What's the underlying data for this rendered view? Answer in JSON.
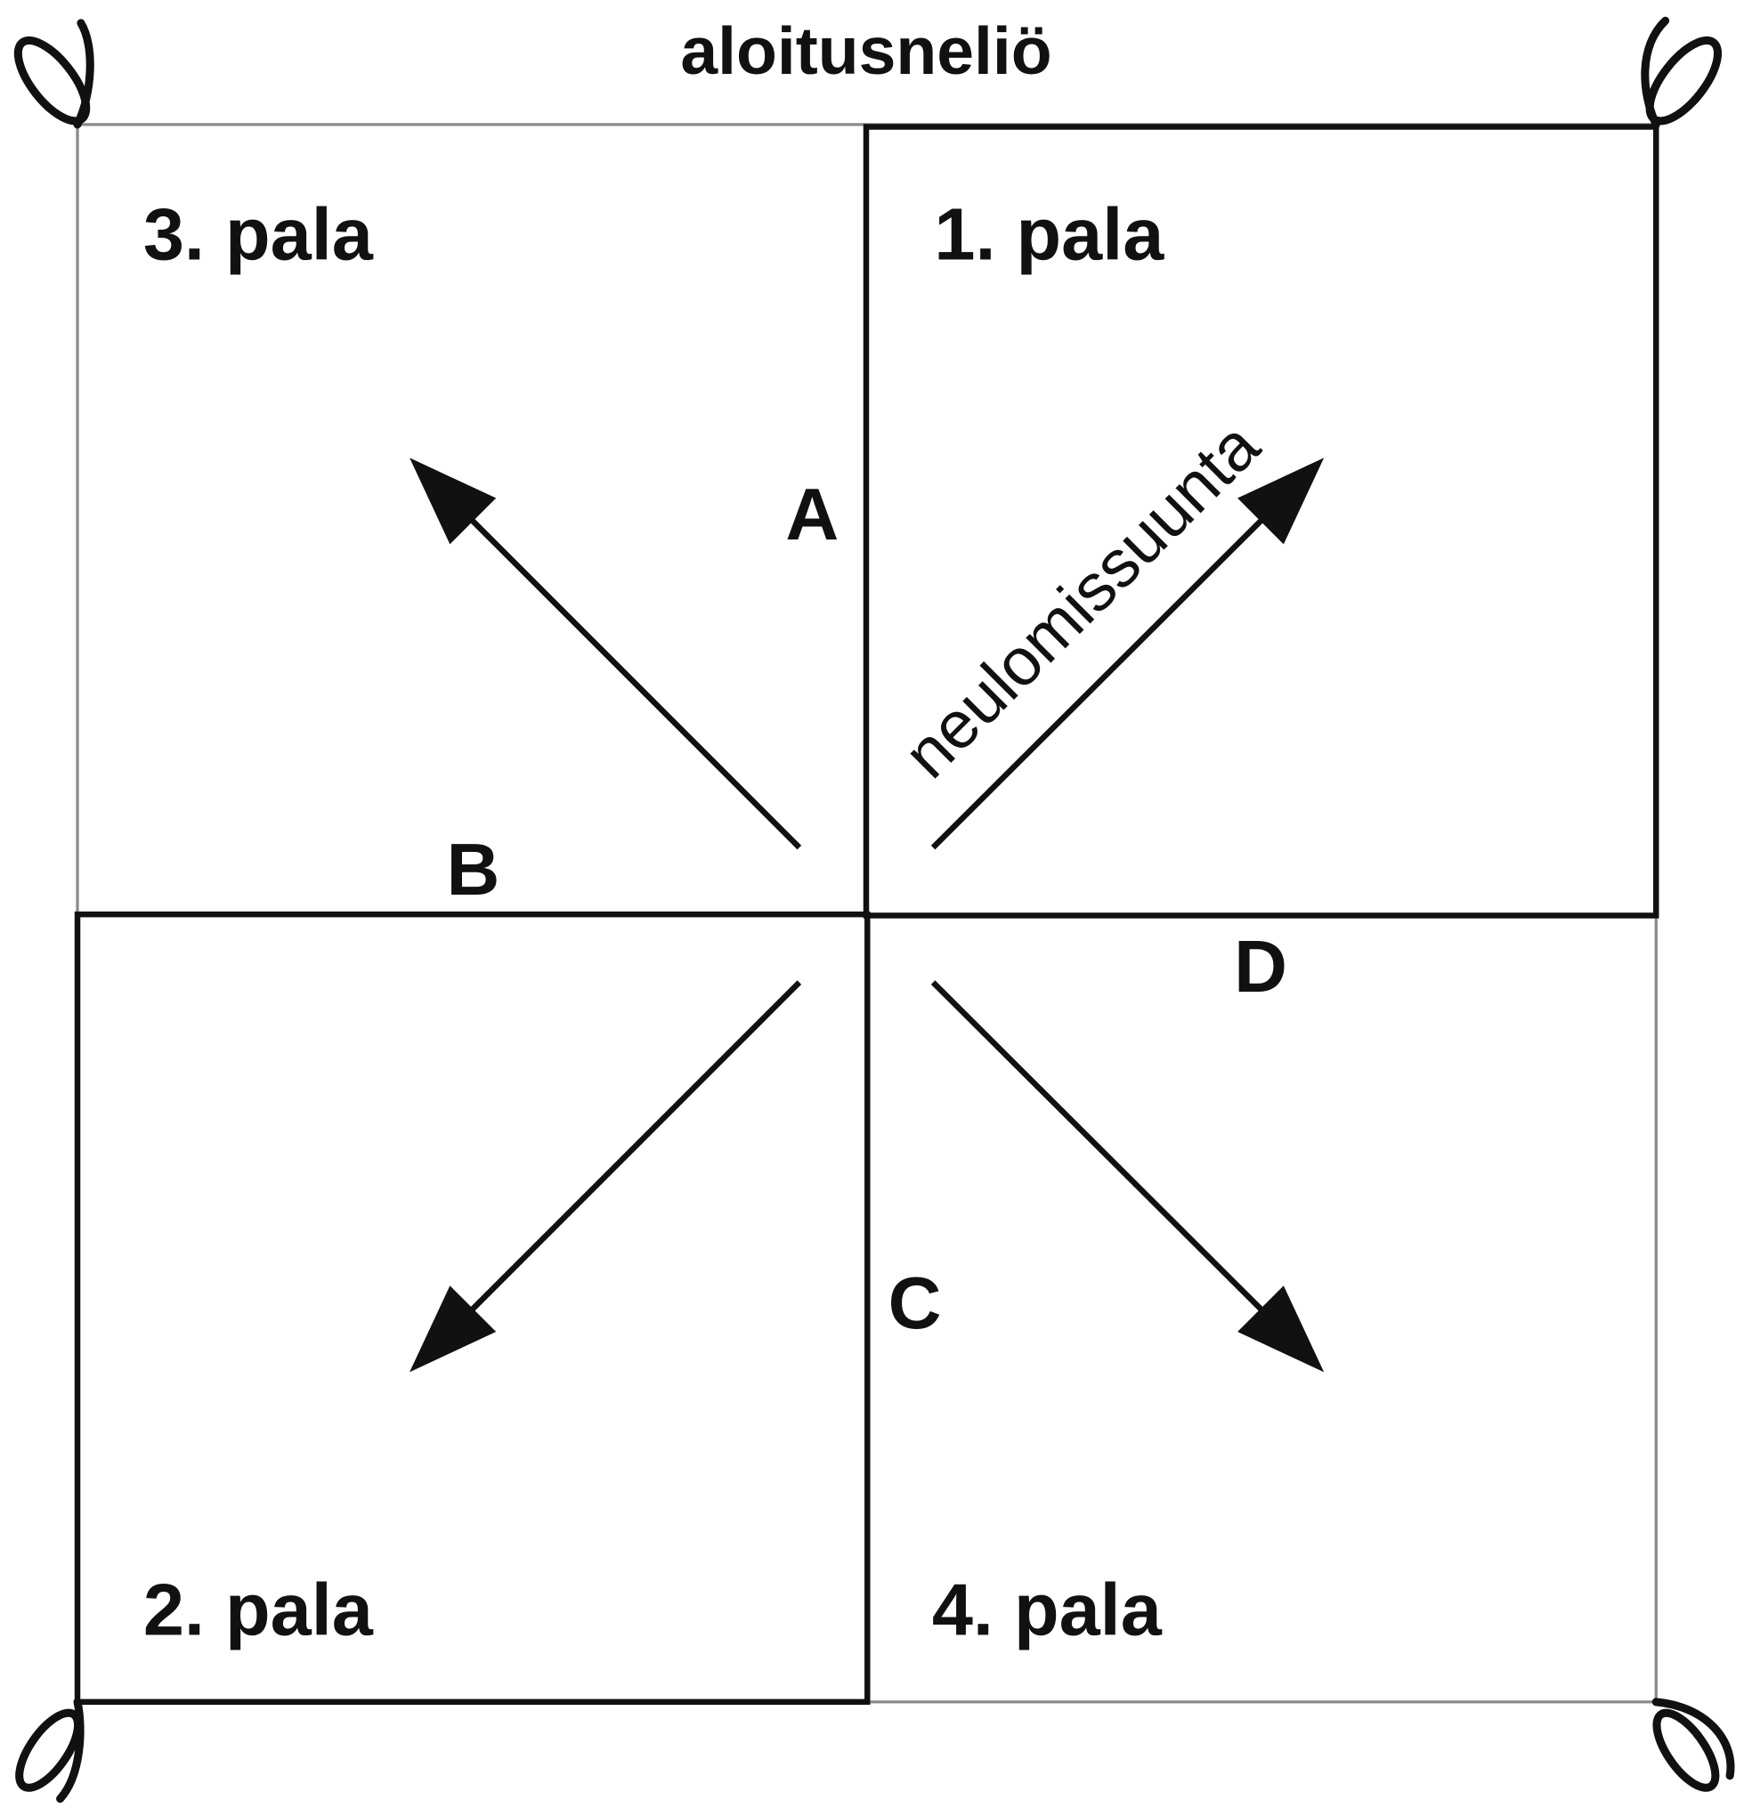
{
  "title": "aloitusneliö",
  "pieces": {
    "p1": "1. pala",
    "p2": "2. pala",
    "p3": "3. pala",
    "p4": "4. pala"
  },
  "edges": {
    "a": "A",
    "b": "B",
    "c": "C",
    "d": "D"
  },
  "direction_label": "neulomissuunta",
  "colors": {
    "ink": "#111111",
    "thin_line": "#8a8a8a",
    "background": "#ffffff"
  }
}
